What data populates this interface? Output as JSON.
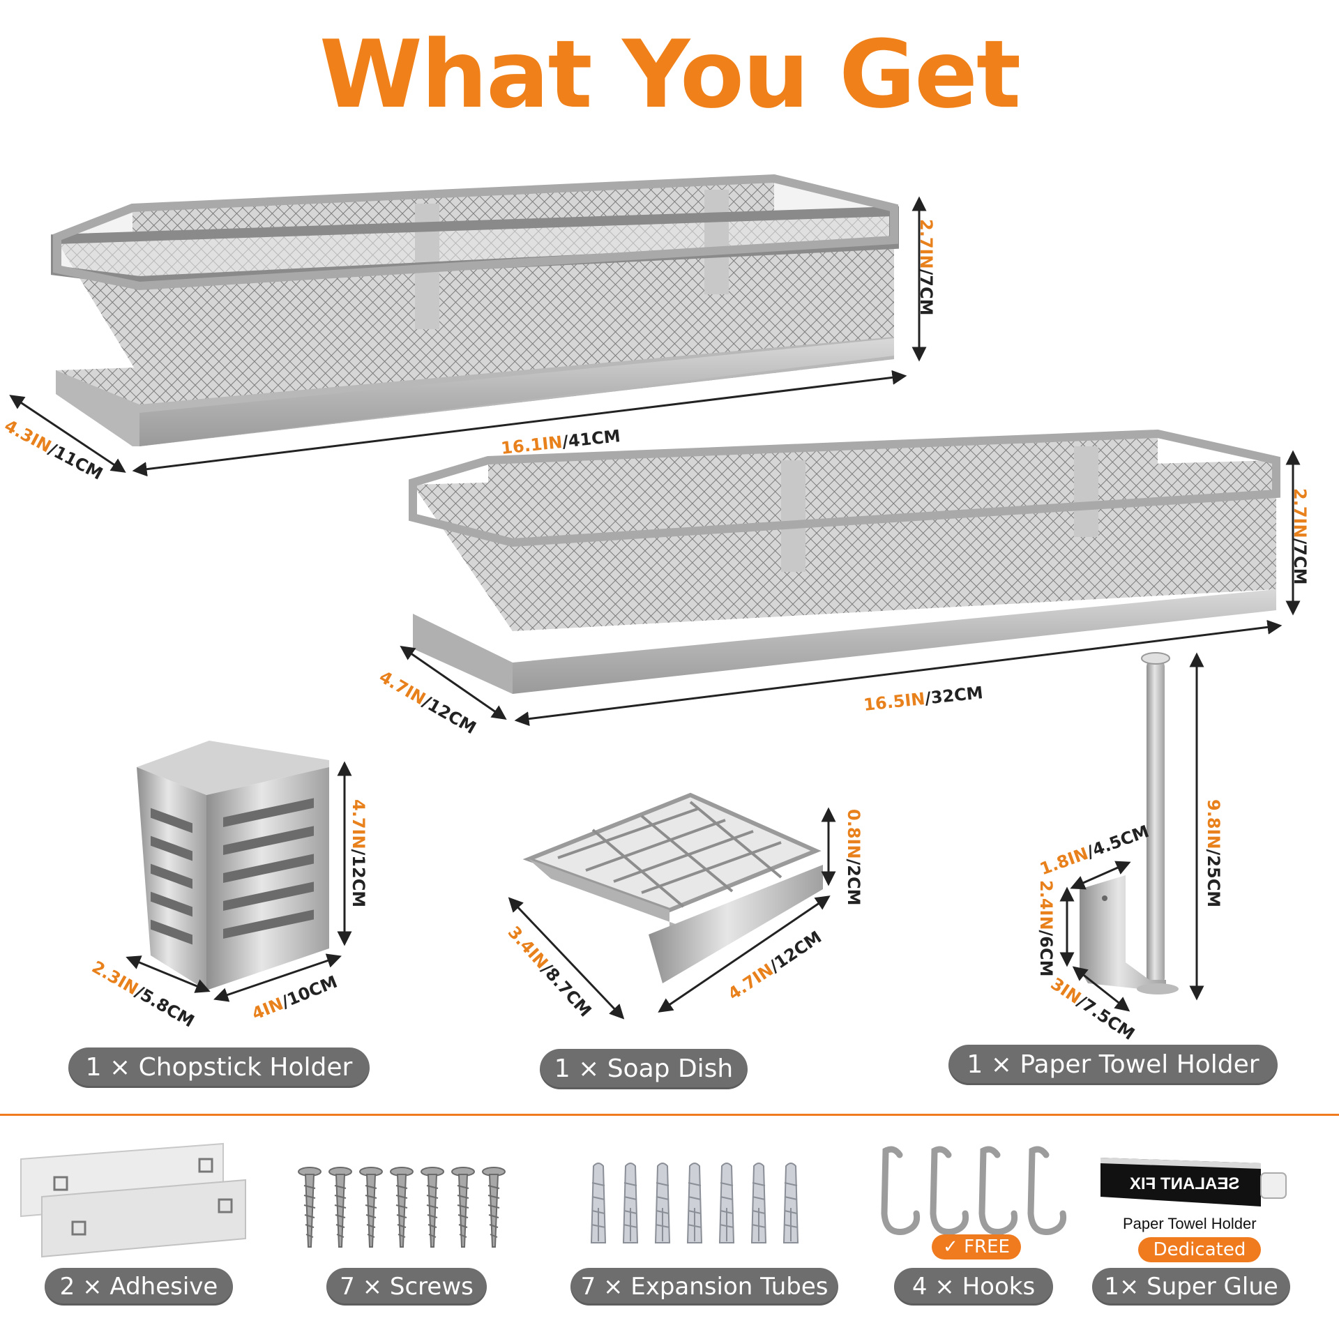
{
  "title": "What You Get",
  "colors": {
    "accent": "#f08019",
    "pill": "#6e6e6e",
    "metal": "#b8b8b8"
  },
  "shelf1": {
    "height_in": "2.7IN",
    "height_cm": "/7CM",
    "width_in": "16.1IN",
    "width_cm": "/41CM",
    "depth_in": "4.3IN",
    "depth_cm": "/11CM"
  },
  "shelf2": {
    "height_in": "2.7IN",
    "height_cm": "/7CM",
    "width_in": "16.5IN",
    "width_cm": "/32CM",
    "depth_in": "4.7IN",
    "depth_cm": "/12CM"
  },
  "chopstick": {
    "height_in": "4.7IN",
    "height_cm": "/12CM",
    "depth_in": "2.3IN",
    "depth_cm": "/5.8CM",
    "width_in": "4IN",
    "width_cm": "/10CM",
    "label": "1 × Chopstick Holder"
  },
  "soap": {
    "height_in": "0.8IN",
    "height_cm": "/2CM",
    "depth_in": "3.4IN",
    "depth_cm": "/8.7CM",
    "width_in": "4.7IN",
    "width_cm": "/12CM",
    "label": "1 × Soap Dish"
  },
  "towel": {
    "height_in": "9.8IN",
    "height_cm": "/25CM",
    "top_in": "1.8IN",
    "top_cm": "/4.5CM",
    "side_in": "2.4IN",
    "side_cm": "/6CM",
    "base_in": "3IN",
    "base_cm": "/7.5CM",
    "label": "1 × Paper Towel Holder"
  },
  "accessories": [
    {
      "label": "2 × Adhesive",
      "icon": "adhesive-strip-icon"
    },
    {
      "label": "7 × Screws",
      "icon": "screw-icon"
    },
    {
      "label": "7 × Expansion Tubes",
      "icon": "expansion-tube-icon"
    },
    {
      "label": "4 × Hooks",
      "icon": "hook-icon",
      "tag": "✓ FREE"
    },
    {
      "label": "1× Super Glue",
      "icon": "glue-tube-icon",
      "tube_text": "SEALANT FIX",
      "note": "Paper Towel Holder",
      "tag": "Dedicated"
    }
  ]
}
